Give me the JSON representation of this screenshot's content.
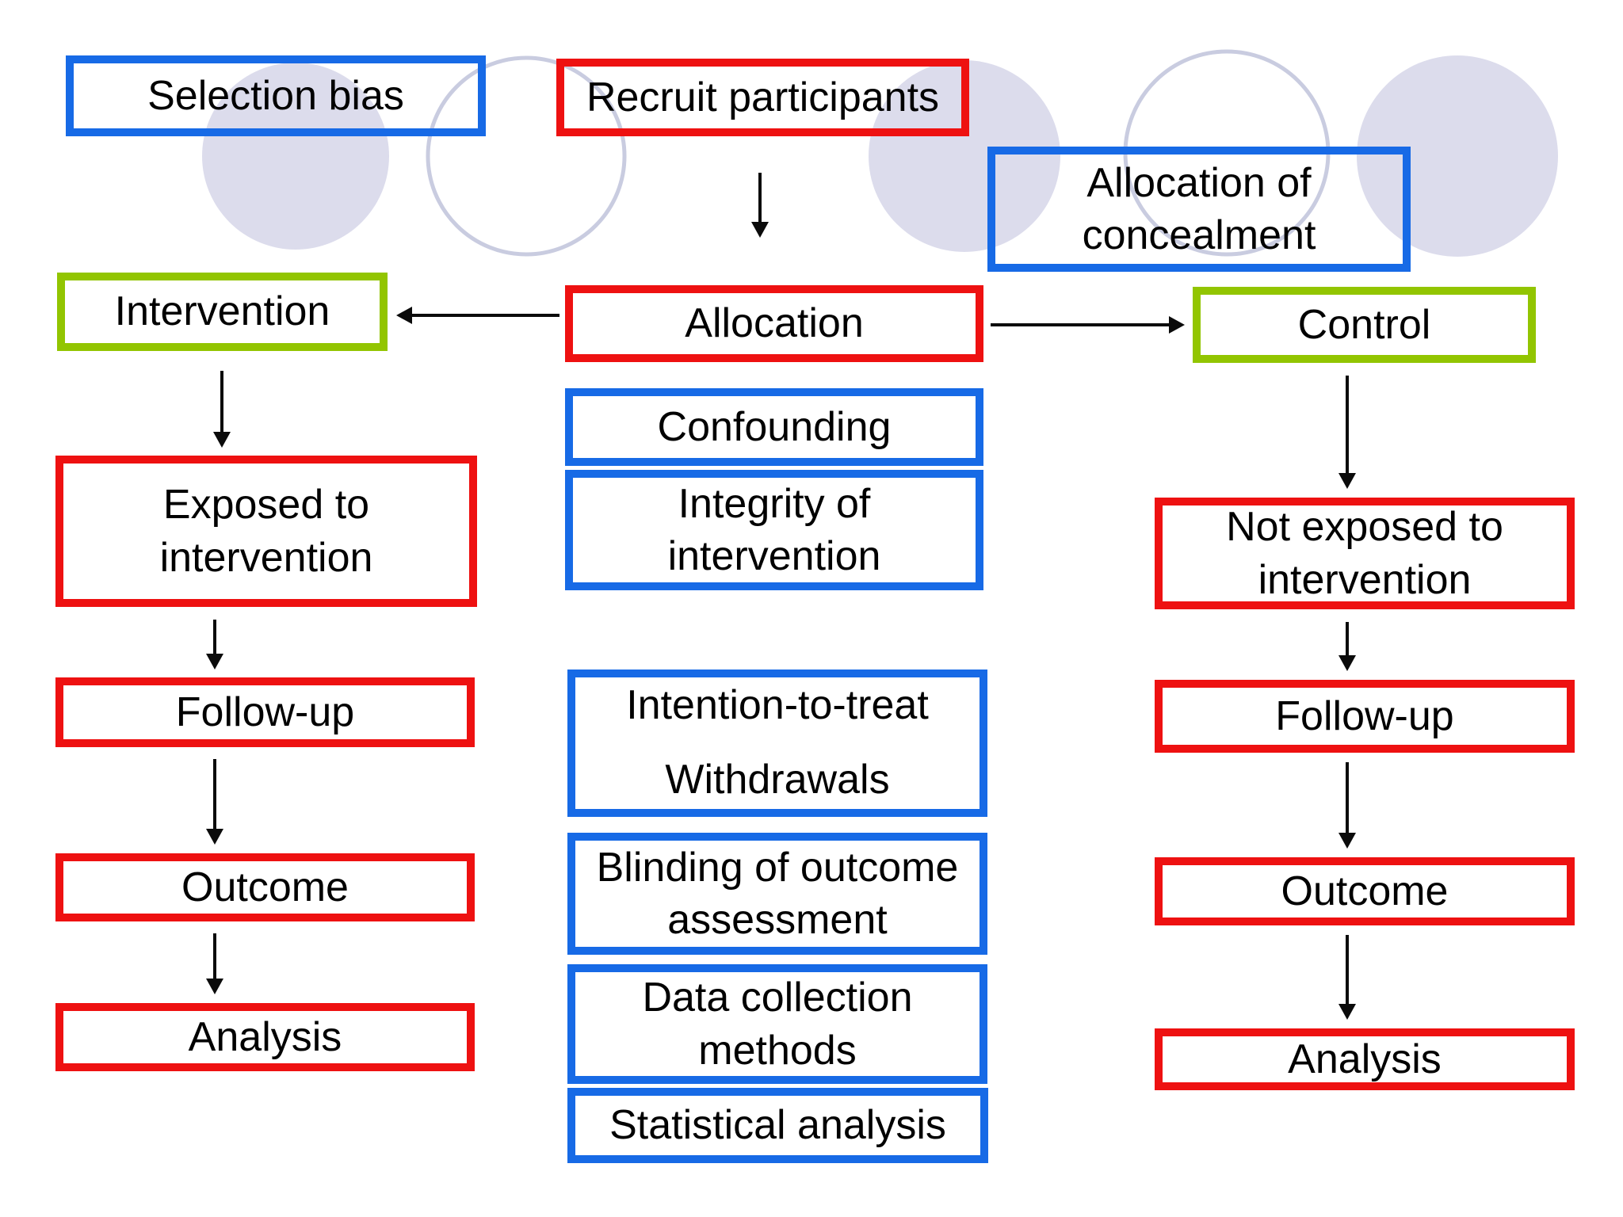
{
  "colors": {
    "background": "#ffffff",
    "text": "#000000",
    "arrow": "#0b0b0b",
    "box_red": "#ee1111",
    "box_blue": "#176ae6",
    "box_green": "#92c501",
    "circle_fill": "#dcdcec",
    "circle_stroke": "#c9cce0"
  },
  "nodes": {
    "selection_bias": {
      "label": "Selection bias",
      "accent": "blue"
    },
    "recruit": {
      "label": "Recruit participants",
      "accent": "red"
    },
    "allocation_concealment": {
      "label": "Allocation of\nconcealment",
      "accent": "blue"
    },
    "intervention": {
      "label": "Intervention",
      "accent": "green"
    },
    "allocation": {
      "label": "Allocation",
      "accent": "red"
    },
    "control": {
      "label": "Control",
      "accent": "green"
    },
    "confounding": {
      "label": "Confounding",
      "accent": "blue"
    },
    "integrity": {
      "label": "Integrity of\nintervention",
      "accent": "blue"
    },
    "exposed": {
      "label": "Exposed to\nintervention",
      "accent": "red"
    },
    "not_exposed": {
      "label": "Not exposed to\nintervention",
      "accent": "red"
    },
    "intention": {
      "label": "Intention-to-treat\nWithdrawals",
      "accent": "blue"
    },
    "follow_up_left": {
      "label": "Follow-up",
      "accent": "red"
    },
    "follow_up_right": {
      "label": "Follow-up",
      "accent": "red"
    },
    "blinding": {
      "label": "Blinding of outcome\nassessment",
      "accent": "blue"
    },
    "outcome_left": {
      "label": "Outcome",
      "accent": "red"
    },
    "outcome_right": {
      "label": "Outcome",
      "accent": "red"
    },
    "data_collection": {
      "label": "Data collection\nmethods",
      "accent": "blue"
    },
    "analysis_left": {
      "label": "Analysis",
      "accent": "red"
    },
    "analysis_right": {
      "label": "Analysis",
      "accent": "red"
    },
    "statistical": {
      "label": "Statistical analysis",
      "accent": "blue"
    }
  }
}
